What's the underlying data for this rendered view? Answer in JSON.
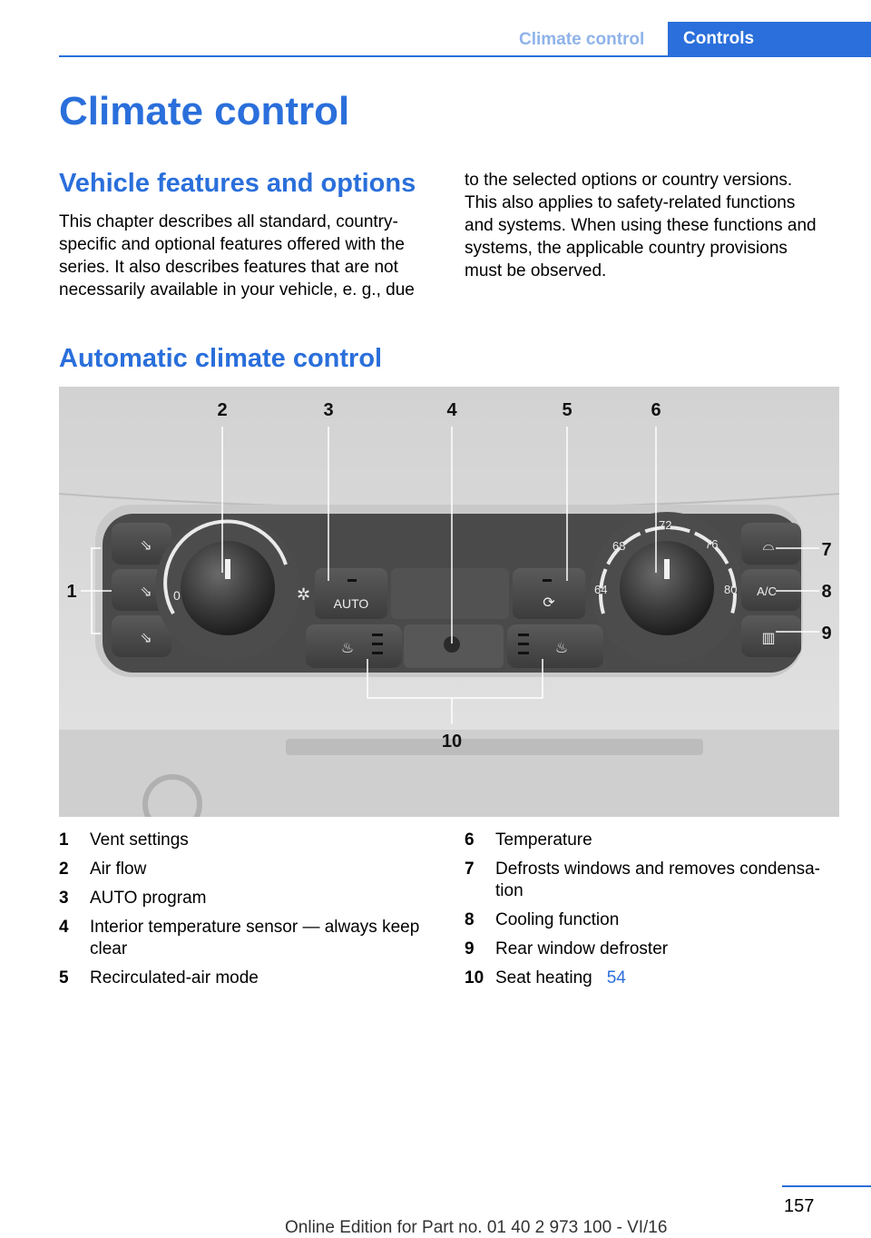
{
  "header": {
    "section": "Climate control",
    "tab": "Controls"
  },
  "page_title": "Climate control",
  "vehicle_features": {
    "heading": "Vehicle features and options",
    "col1": [
      "This chapter describes all standard, country-",
      "specific and optional features offered with the",
      "series. It also describes features that are not",
      "necessarily available in your vehicle, e. g., due"
    ],
    "col2": [
      "to the selected options or country versions.",
      "This also applies to safety-related functions",
      "and systems. When using these functions and",
      "systems, the applicable country provisions",
      "must be observed."
    ]
  },
  "auto_climate": {
    "heading": "Automatic climate control",
    "figure": {
      "callouts": [
        "1",
        "2",
        "3",
        "4",
        "5",
        "6",
        "7",
        "8",
        "9",
        "10"
      ],
      "buttons": {
        "auto": "AUTO",
        "ac": "A/C"
      },
      "dial_left": {
        "zero": "0"
      },
      "dial_right": {
        "t64": "64",
        "t68": "68",
        "t72": "72",
        "t76": "76",
        "t80": "80"
      }
    },
    "legend_left": [
      {
        "num": "1",
        "text": "Vent settings"
      },
      {
        "num": "2",
        "text": "Air flow"
      },
      {
        "num": "3",
        "text": "AUTO program"
      },
      {
        "num": "4",
        "text": "Interior temperature sensor — always keep clear"
      },
      {
        "num": "5",
        "text": "Recirculated-air mode"
      }
    ],
    "legend_right": [
      {
        "num": "6",
        "text": "Temperature"
      },
      {
        "num": "7",
        "text": "Defrosts windows and removes condensa‐tion"
      },
      {
        "num": "8",
        "text": "Cooling function"
      },
      {
        "num": "9",
        "text": "Rear window defroster"
      },
      {
        "num": "10",
        "text": "Seat heating",
        "ref": "54"
      }
    ]
  },
  "page_number": "157",
  "footer": "Online Edition for Part no. 01 40 2 973 100 - VI/16",
  "colors": {
    "accent": "#2a6fdb",
    "accent_light": "#8fb3ea"
  }
}
